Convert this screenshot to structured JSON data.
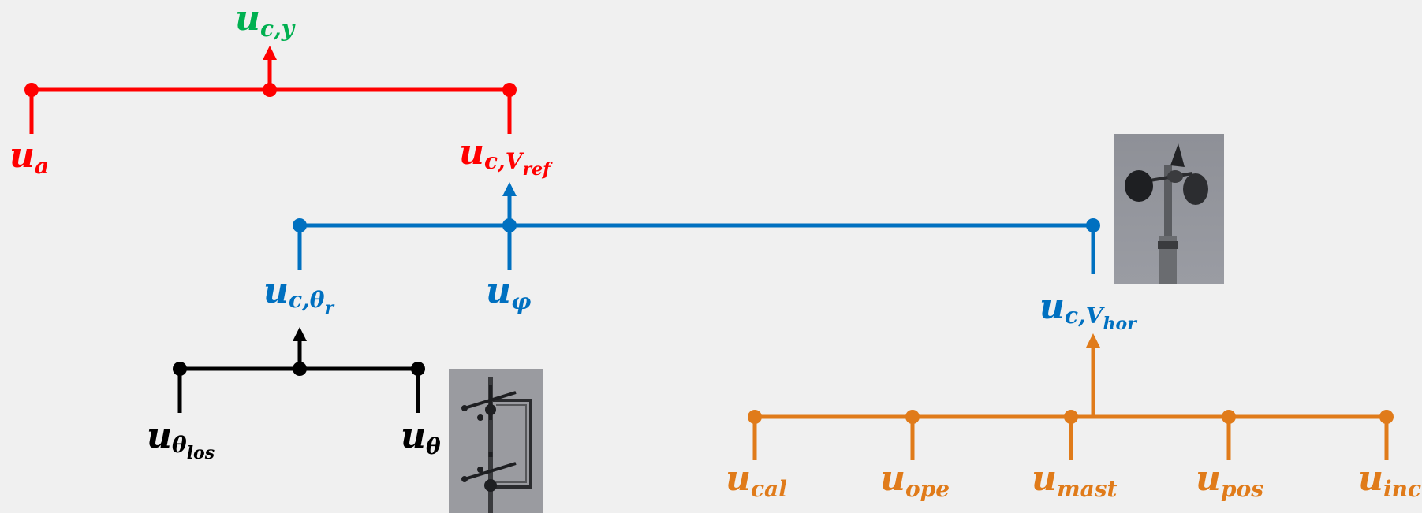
{
  "colors": {
    "red": "#ff0000",
    "green": "#00b050",
    "blue": "#0070c0",
    "black": "#000000",
    "orange": "#e07b1a",
    "background": "#f0f0f0"
  },
  "labels": {
    "u_c_y": {
      "base": "u",
      "sub": "c,y"
    },
    "u_a": {
      "base": "u",
      "sub": "a"
    },
    "u_c_Vref": {
      "base": "u",
      "sub": "c,V",
      "subsub": "ref"
    },
    "u_c_theta_r": {
      "base": "u",
      "sub": "c,θ",
      "subsub": "r"
    },
    "u_phi": {
      "base": "u",
      "sub": "φ"
    },
    "u_c_Vhor": {
      "base": "u",
      "sub": "c,V",
      "subsub": "hor"
    },
    "u_theta_los": {
      "base": "u",
      "sub": "θ",
      "subsub": "los"
    },
    "u_theta": {
      "base": "u",
      "sub": "θ"
    },
    "u_cal": {
      "base": "u",
      "sub": "cal"
    },
    "u_ope": {
      "base": "u",
      "sub": "ope"
    },
    "u_mast": {
      "base": "u",
      "sub": "mast"
    },
    "u_pos": {
      "base": "u",
      "sub": "pos"
    },
    "u_inc": {
      "base": "u",
      "sub": "inc"
    }
  },
  "photos": {
    "cup_anemometer": "cup anemometer photo",
    "sonic_anemometer": "sonic anemometer photo"
  }
}
